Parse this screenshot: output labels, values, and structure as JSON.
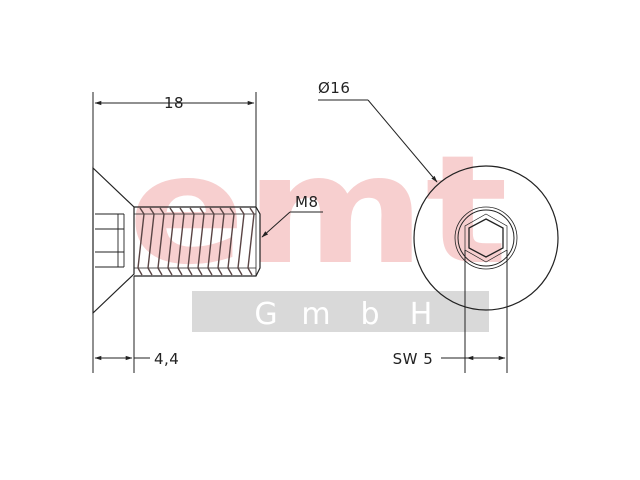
{
  "watermark": {
    "logo_text": "emt",
    "band_letters": [
      "G",
      "m",
      "b",
      "H"
    ],
    "logo_color": "#f7cfcf",
    "band_color": "#d9d9d9"
  },
  "dimensions": {
    "length": "18",
    "thread": "M8",
    "head_height": "4,4",
    "head_diameter": "Ø16",
    "socket_size": "SW 5"
  },
  "colors": {
    "line": "#222222",
    "hatch": "#8a7070"
  }
}
